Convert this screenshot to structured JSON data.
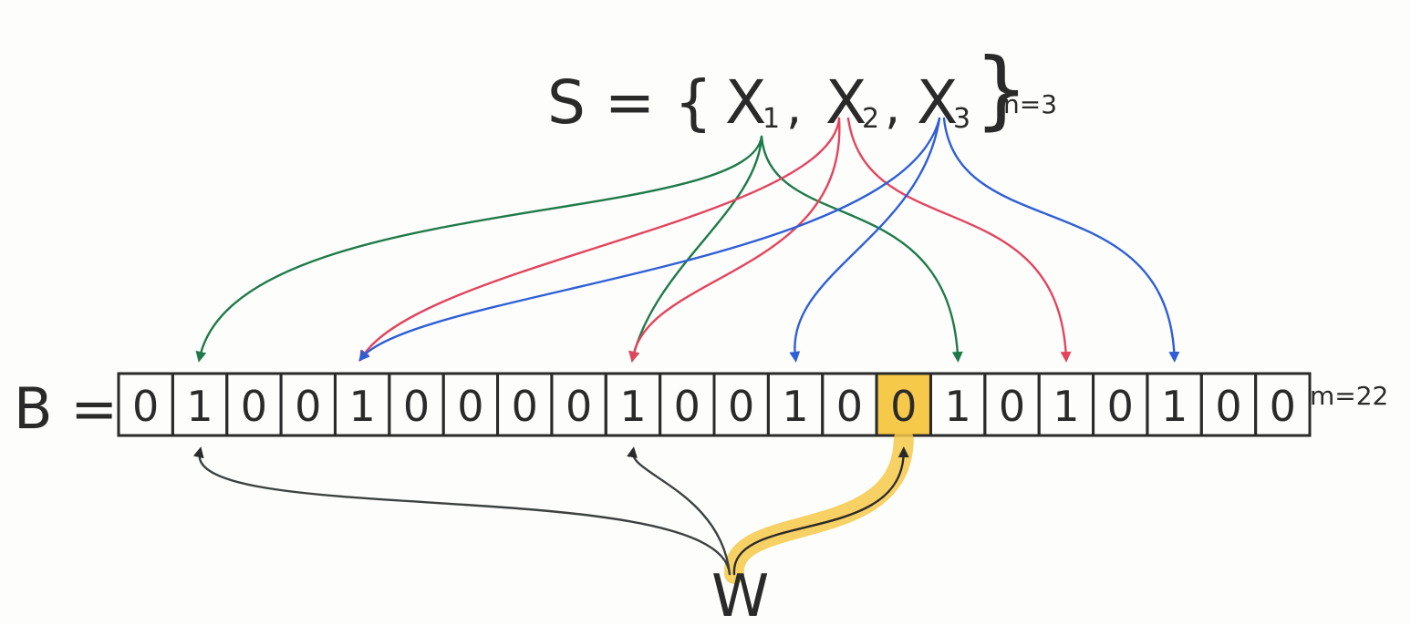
{
  "set_expression": {
    "prefix": "S = {",
    "elements": [
      {
        "base": "X",
        "sub": "1",
        "color": "#1f7a4a"
      },
      {
        "base": "X",
        "sub": "2",
        "color": "#e2455e"
      },
      {
        "base": "X",
        "sub": "3",
        "color": "#2f5fd6"
      }
    ],
    "separator": ",",
    "close": "}",
    "size_label": "n=3"
  },
  "bit_array": {
    "label": "B =",
    "bits": [
      "0",
      "1",
      "0",
      "0",
      "1",
      "0",
      "0",
      "0",
      "0",
      "1",
      "0",
      "0",
      "1",
      "0",
      "0",
      "1",
      "0",
      "1",
      "0",
      "1",
      "0",
      "0"
    ],
    "size_label": "m=22",
    "highlight_index": 14,
    "highlight_color": "#f7c94a"
  },
  "query": {
    "label": "W"
  },
  "colors": {
    "ink": "#2a2a2a",
    "x1": "#1f7a4a",
    "x2": "#e2455e",
    "x3": "#2f5fd6",
    "query": "#3b4040",
    "highlight": "#f7c94a"
  }
}
